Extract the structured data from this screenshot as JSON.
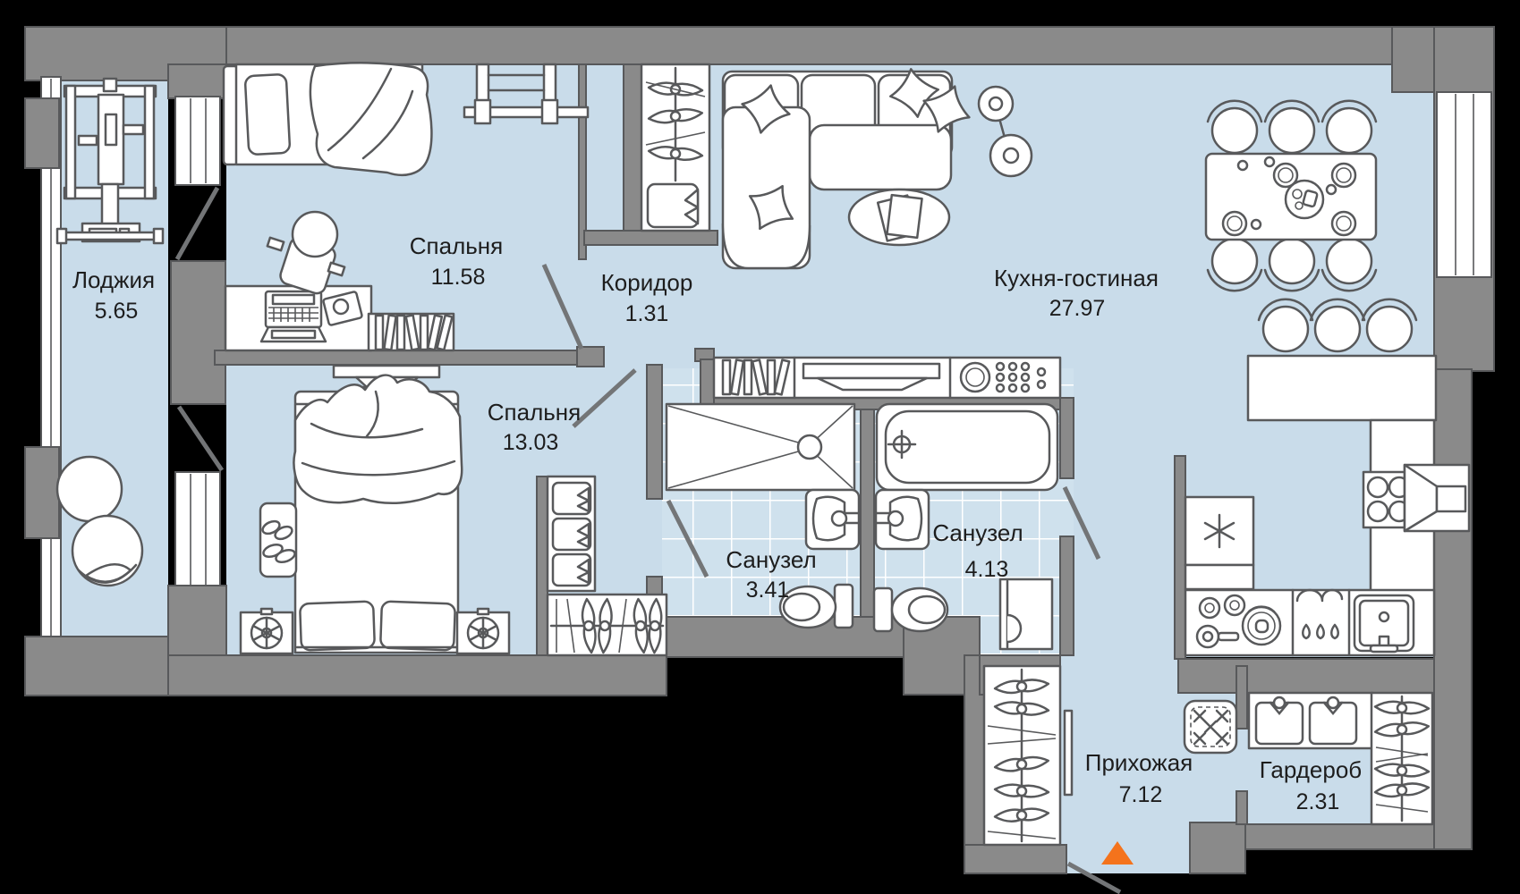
{
  "plan": {
    "type": "apartment-floor-plan",
    "rooms": [
      {
        "id": "loggia",
        "name": "Лоджия",
        "area": "5.65"
      },
      {
        "id": "bedroom-1",
        "name": "Спальня",
        "area": "11.58"
      },
      {
        "id": "corridor",
        "name": "Коридор",
        "area": "1.31"
      },
      {
        "id": "kitchen-living",
        "name": "Кухня-гостиная",
        "area": "27.97"
      },
      {
        "id": "bedroom-2",
        "name": "Спальня",
        "area": "13.03"
      },
      {
        "id": "bathroom-1",
        "name": "Санузел",
        "area": "3.41"
      },
      {
        "id": "bathroom-2",
        "name": "Санузел",
        "area": "4.13"
      },
      {
        "id": "hallway",
        "name": "Прихожая",
        "area": "7.12"
      },
      {
        "id": "wardrobe",
        "name": "Гардероб",
        "area": "2.31"
      }
    ],
    "entrance": {
      "marker": "triangle-up",
      "color": "#f4731c"
    },
    "colors": {
      "background": "#000000",
      "floor": "#c9dcea",
      "tile_line": "#ffffff",
      "wall": "#8a8a8a",
      "wall_outline": "#58595b",
      "furniture": "#ffffff",
      "label": "#1d1d1d"
    }
  }
}
